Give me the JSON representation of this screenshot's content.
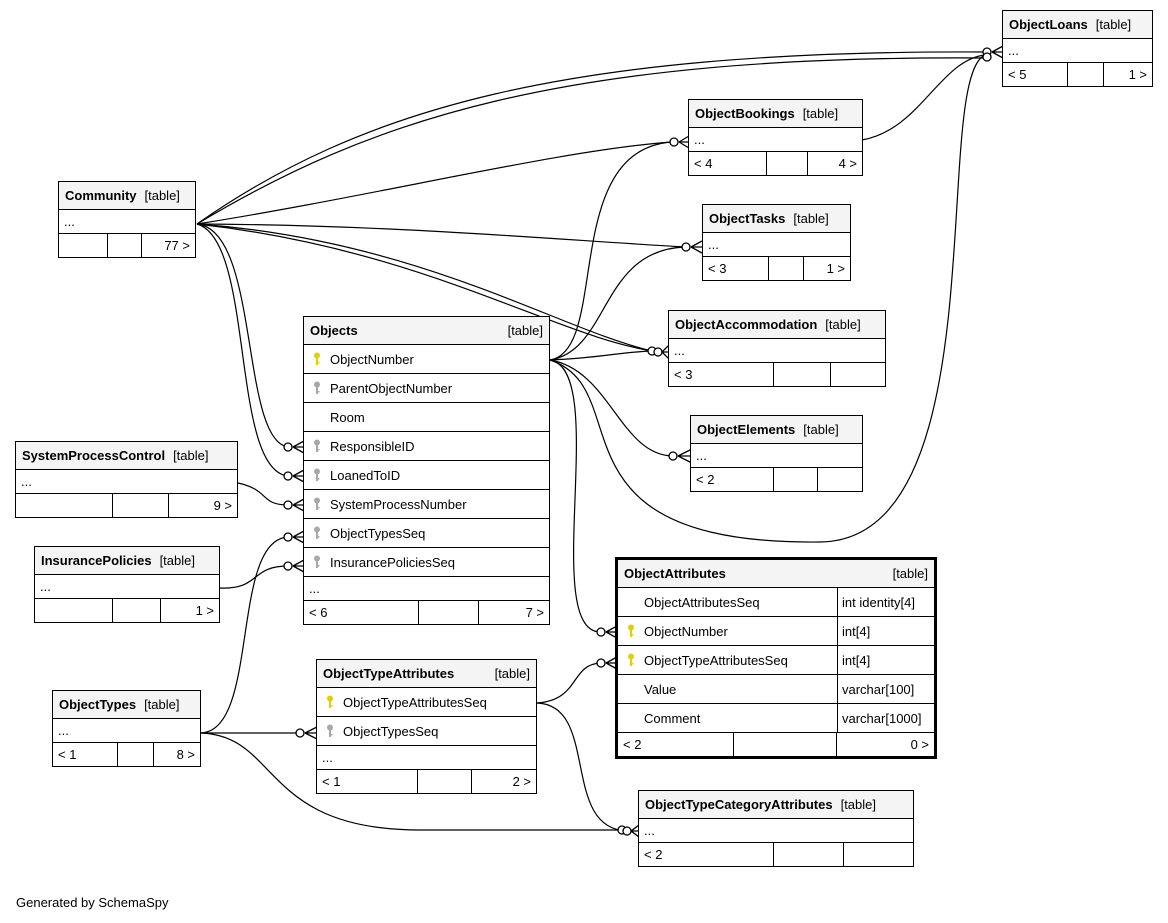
{
  "footer": "Generated by SchemaSpy",
  "type_label": "[table]",
  "ellipsis": "...",
  "key_colors": {
    "primary": "#e0d000",
    "foreign": "#a8a8a8"
  },
  "tables": {
    "community": {
      "name": "Community",
      "footer": [
        "",
        "",
        "77 >"
      ]
    },
    "object_loans": {
      "name": "ObjectLoans",
      "footer": [
        "< 5",
        "",
        "1 >"
      ]
    },
    "object_bookings": {
      "name": "ObjectBookings",
      "footer": [
        "< 4",
        "",
        "4 >"
      ]
    },
    "object_tasks": {
      "name": "ObjectTasks",
      "footer": [
        "< 3",
        "",
        "1 >"
      ]
    },
    "object_accommodation": {
      "name": "ObjectAccommodation",
      "footer": [
        "< 3",
        "",
        ""
      ]
    },
    "object_elements": {
      "name": "ObjectElements",
      "footer": [
        "< 2",
        "",
        ""
      ]
    },
    "system_process_control": {
      "name": "SystemProcessControl",
      "footer": [
        "",
        "",
        "9 >"
      ]
    },
    "insurance_policies": {
      "name": "InsurancePolicies",
      "footer": [
        "",
        "",
        "1 >"
      ]
    },
    "object_types": {
      "name": "ObjectTypes",
      "footer": [
        "< 1",
        "",
        "8 >"
      ]
    },
    "object_category_attrs": {
      "name": "ObjectTypeCategoryAttributes",
      "footer": [
        "< 2",
        "",
        ""
      ]
    },
    "objects": {
      "name": "Objects",
      "columns": [
        "ObjectNumber",
        "ParentObjectNumber",
        "Room",
        "ResponsibleID",
        "LoanedToID",
        "SystemProcessNumber",
        "ObjectTypesSeq",
        "InsurancePoliciesSeq"
      ],
      "footer": [
        "< 6",
        "",
        "7 >"
      ]
    },
    "object_type_attributes": {
      "name": "ObjectTypeAttributes",
      "columns": [
        "ObjectTypeAttributesSeq",
        "ObjectTypesSeq"
      ],
      "footer": [
        "< 1",
        "",
        "2 >"
      ]
    },
    "object_attributes": {
      "name": "ObjectAttributes",
      "columns": [
        {
          "name": "ObjectAttributesSeq",
          "type": "int identity[4]"
        },
        {
          "name": "ObjectNumber",
          "type": "int[4]"
        },
        {
          "name": "ObjectTypeAttributesSeq",
          "type": "int[4]"
        },
        {
          "name": "Value",
          "type": "varchar[100]"
        },
        {
          "name": "Comment",
          "type": "varchar[1000]"
        }
      ],
      "footer": [
        "< 2",
        "",
        "0 >"
      ]
    }
  }
}
